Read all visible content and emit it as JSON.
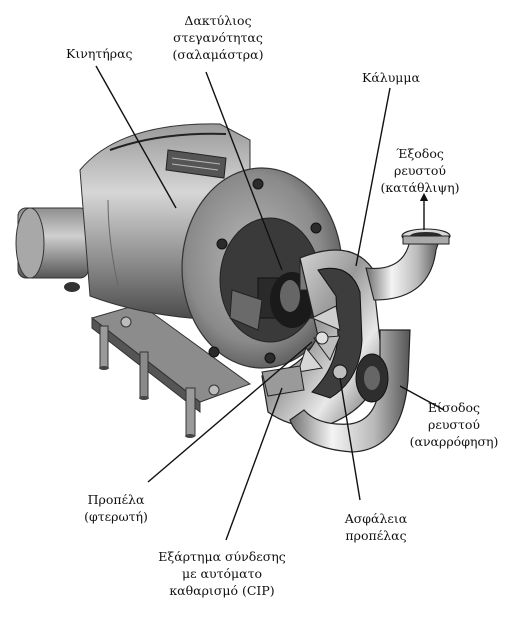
{
  "labels": {
    "motor": "Κινητήρας",
    "seal_line1": "Δακτύλιος",
    "seal_line2": "στεγανότητας",
    "seal_line3": "(σαλαμάστρα)",
    "cover": "Κάλυμμα",
    "outlet_line1": "Έξοδος",
    "outlet_line2": "ρευστού",
    "outlet_line3": "(κατάθλιψη)",
    "inlet_line1": "Είσοδος",
    "inlet_line2": "ρευστού",
    "inlet_line3": "(αναρρόφηση)",
    "impeller_line1": "Προπέλα",
    "impeller_line2": "(φτερωτή)",
    "impeller_nut_line1": "Ασφάλεια",
    "impeller_nut_line2": "προπέλας",
    "cip_line1": "Εξάρτημα σύνδεσης",
    "cip_line2": "με αυτόματο",
    "cip_line3": "καθαρισμό (CIP)"
  }
}
